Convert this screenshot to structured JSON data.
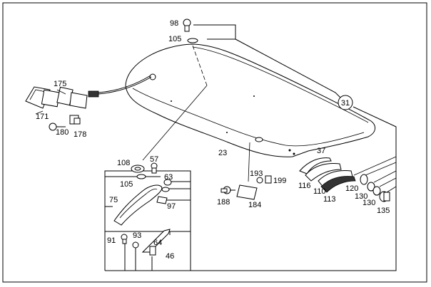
{
  "diagram": {
    "callout_group": "31",
    "labels": {
      "p98": "98",
      "p105_top": "105",
      "p175": "175",
      "p171": "171",
      "p180": "180",
      "p178": "178",
      "p23": "23",
      "p108": "108",
      "p57": "57",
      "p105_box": "105",
      "p63": "63",
      "p75": "75",
      "p97": "97",
      "p91": "91",
      "p93": "93",
      "p64": "64",
      "p46": "46",
      "p188": "188",
      "p193": "193",
      "p199": "199",
      "p184": "184",
      "p37": "37",
      "p116": "116",
      "p110": "110",
      "p113": "113",
      "p120": "120",
      "p130a": "130",
      "p130b": "130",
      "p135": "135"
    }
  }
}
